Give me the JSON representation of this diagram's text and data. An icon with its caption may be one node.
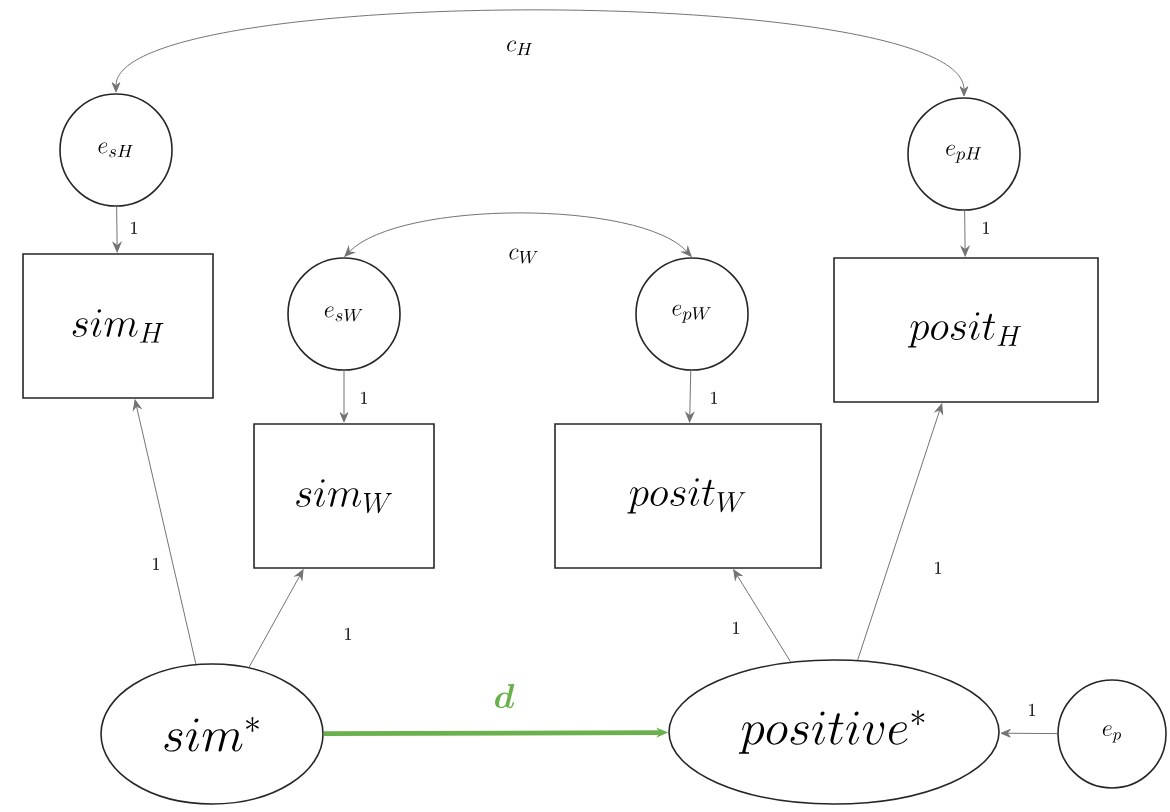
{
  "diagram": {
    "nodes": [
      {
        "text": [
          "e_{sH}"
        ]
      },
      {
        "text": [
          "sim_H"
        ]
      },
      {
        "text": [
          "e_{sW}"
        ]
      },
      {
        "text": [
          "sim_W"
        ]
      },
      {
        "text": [
          "e_{pW}"
        ]
      },
      {
        "text": [
          "posit_W"
        ]
      },
      {
        "text": [
          "e_{pH}"
        ]
      },
      {
        "text": [
          "posit_H"
        ]
      },
      {
        "text": [
          "sim^*"
        ]
      },
      {
        "text": [
          "positive^*"
        ]
      },
      {
        "text": [
          "e_p"
        ]
      }
    ],
    "edges": [
      {
        "from": 0,
        "to": 6,
        "arrow": "both",
        "label": "c_H"
      },
      {
        "from": 2,
        "to": 4,
        "arrow": "both",
        "label": "c_W"
      },
      {
        "from": 0,
        "to": 1,
        "arrow": "to",
        "label": "1"
      },
      {
        "from": 2,
        "to": 3,
        "arrow": "to",
        "label": "1"
      },
      {
        "from": 4,
        "to": 5,
        "arrow": "to",
        "label": "1"
      },
      {
        "from": 6,
        "to": 7,
        "arrow": "to",
        "label": "1"
      },
      {
        "from": 8,
        "to": 1,
        "arrow": "to",
        "label": "1"
      },
      {
        "from": 8,
        "to": 3,
        "arrow": "to",
        "label": "1"
      },
      {
        "from": 8,
        "to": 9,
        "arrow": "to",
        "label": "d",
        "style": "thick",
        "color": "#6ab04c"
      },
      {
        "from": 9,
        "to": 5,
        "arrow": "to",
        "label": "1"
      },
      {
        "from": 9,
        "to": 7,
        "arrow": "to",
        "label": "1"
      },
      {
        "from": 10,
        "to": 9,
        "arrow": "to",
        "label": "1"
      }
    ]
  }
}
